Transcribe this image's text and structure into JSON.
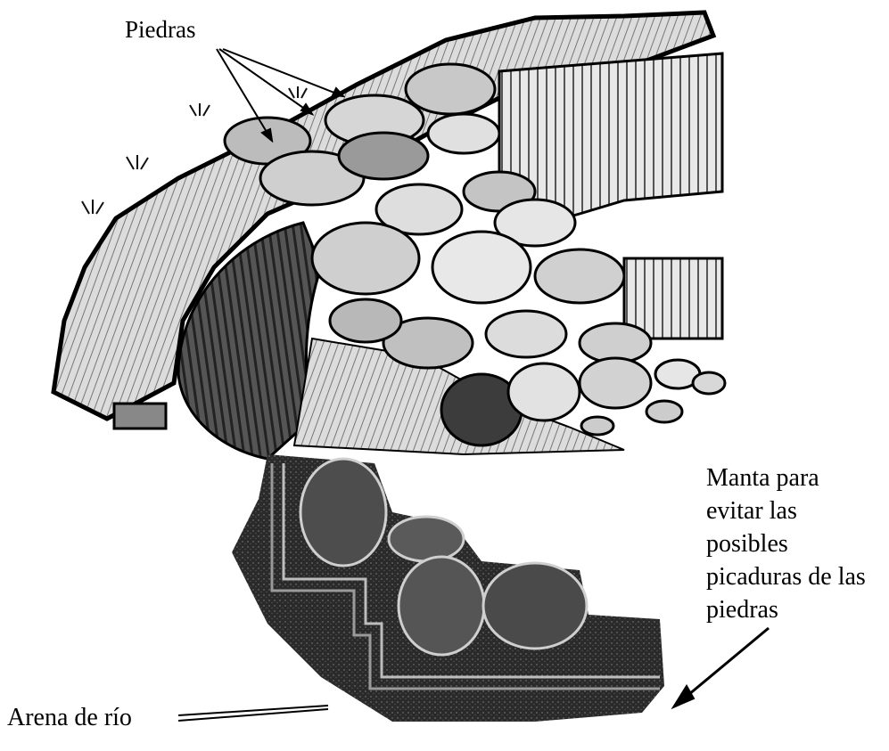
{
  "diagram": {
    "labels": {
      "piedras": "Piedras",
      "manta": [
        "Manta para",
        "evitar las",
        "posibles",
        "picaduras de las",
        "piedras"
      ],
      "arena": "Arena de río"
    },
    "colors": {
      "ink": "#000000",
      "sky": "#ffffff",
      "stone_light": "#e6e6e6",
      "stone_mid": "#b4b4b4",
      "stone_dark": "#4a4a4a",
      "soil": "#1e1e1e"
    }
  }
}
